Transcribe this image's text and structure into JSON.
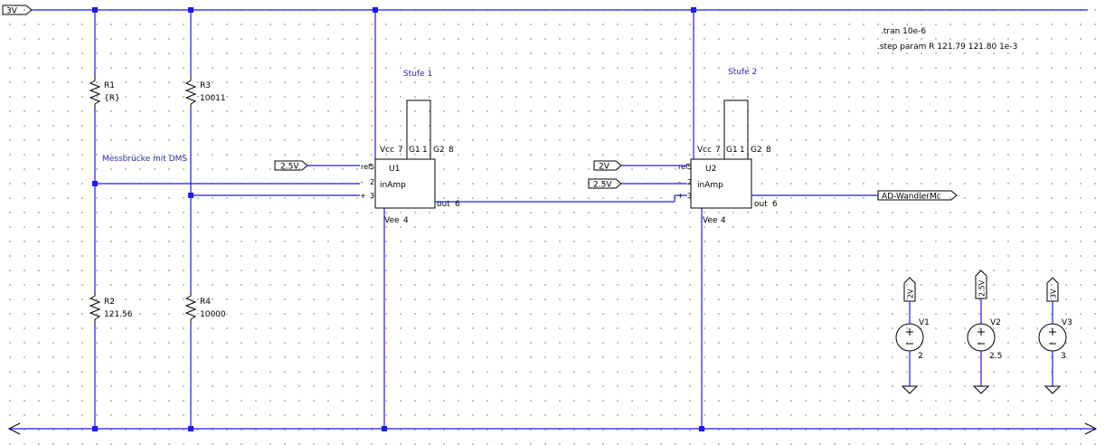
{
  "nets": {
    "supply_3v": "3V",
    "ref1": "2.5V",
    "ref2": "2V",
    "in2": "2.5V",
    "output": "AD-WandlerMc",
    "v1_flag": "2V",
    "v2_flag": "2.5V",
    "v3_flag": "3V"
  },
  "directives": {
    "tran": ".tran 10e-6",
    "step": ".step param R 121.79 121.80 1e-3"
  },
  "comments": {
    "stage1": "Stufe 1",
    "stage2": "Stufe 2",
    "bridge": "Messbrücke mit DMS"
  },
  "resistors": [
    {
      "name": "R1",
      "value": "{R}"
    },
    {
      "name": "R2",
      "value": "121.56"
    },
    {
      "name": "R3",
      "value": "10011"
    },
    {
      "name": "R4",
      "value": "10000"
    }
  ],
  "amps": [
    {
      "name": "U1",
      "model": "inAmp",
      "vcc": "Vcc",
      "pin7": "7",
      "g1": "G1",
      "pin1": "1",
      "g2": "G2",
      "pin8": "8",
      "ref": "ref",
      "pin5": "5",
      "out": "out",
      "pin6": "6",
      "vee": "Vee",
      "pin4": "4",
      "minus": "-",
      "pin2": "2",
      "plus": "+",
      "pin3": "3"
    },
    {
      "name": "U2",
      "model": "inAmp",
      "vcc": "Vcc",
      "pin7": "7",
      "g1": "G1",
      "pin1": "1",
      "g2": "G2",
      "pin8": "8",
      "ref": "ref",
      "pin5": "5",
      "out": "out",
      "pin6": "6",
      "vee": "Vee",
      "pin4": "4",
      "minus": "-",
      "pin2": "2",
      "plus": "+",
      "pin3": "3"
    }
  ],
  "sources": [
    {
      "name": "V1",
      "value": "2"
    },
    {
      "name": "V2",
      "value": "2.5"
    },
    {
      "name": "V3",
      "value": "3"
    }
  ]
}
